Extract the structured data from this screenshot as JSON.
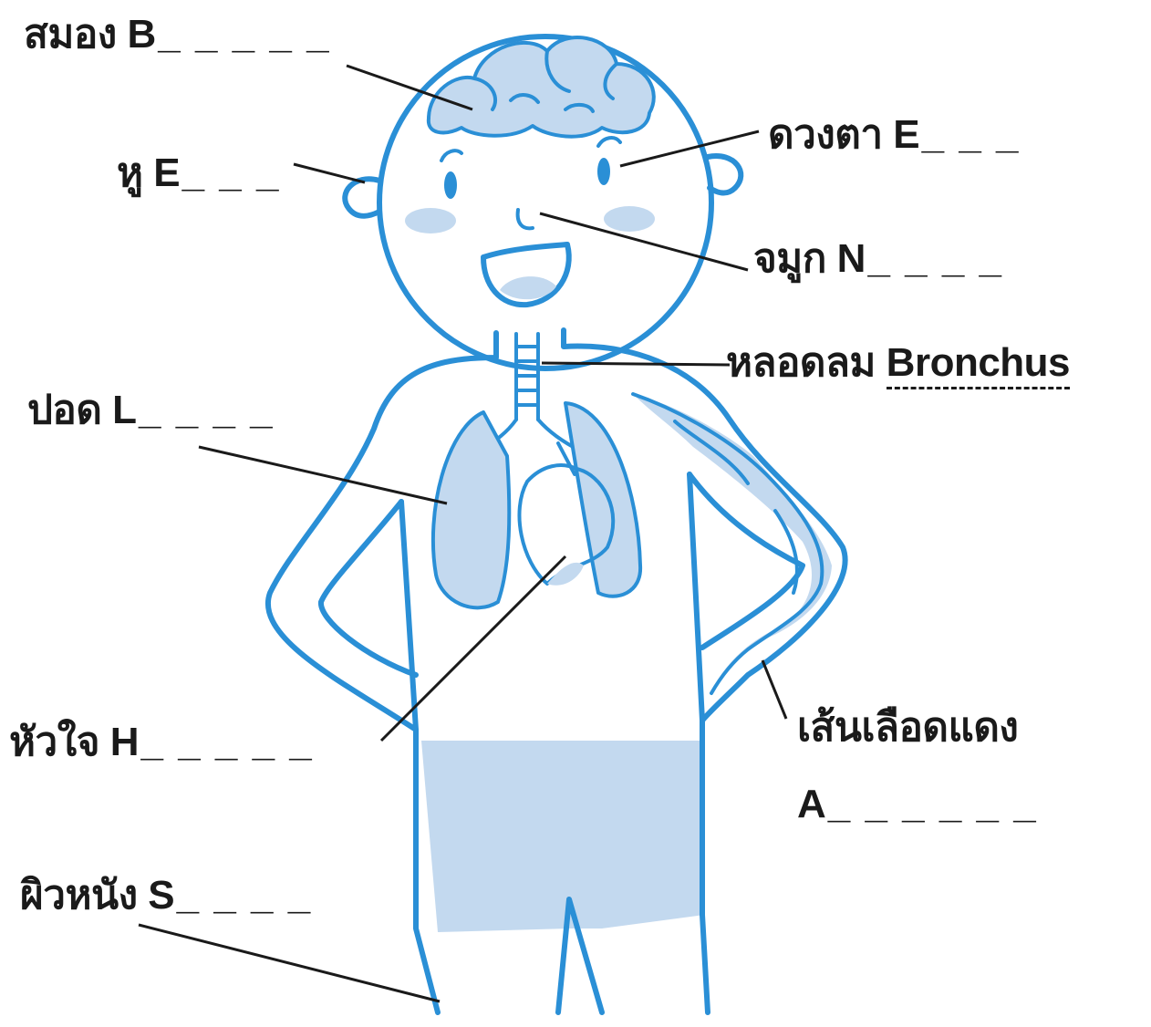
{
  "labels": {
    "brain": {
      "word": "สมอง",
      "blank": "B_ _ _ _ _"
    },
    "ear": {
      "word": "หู",
      "blank": "E_ _ _"
    },
    "eye": {
      "word": "ดวงตา",
      "blank": "E_ _ _"
    },
    "nose": {
      "word": "จมูก",
      "blank": "N_ _ _ _"
    },
    "trachea": {
      "word": "หลอดลม",
      "answer": "Bronchus"
    },
    "lung": {
      "word": "ปอด",
      "blank": "L_ _ _ _"
    },
    "heart": {
      "word": "หัวใจ",
      "blank": "H_ _ _ _ _"
    },
    "artery": {
      "word": "เส้นเลือดแดง",
      "blank": "A_ _ _ _ _ _"
    },
    "skin": {
      "word": "ผิวหนัง",
      "blank": "S_ _ _ _"
    }
  },
  "colors": {
    "outline": "#2a8fd6",
    "fill": "#c3d9ef",
    "text": "#1a1a1a"
  }
}
